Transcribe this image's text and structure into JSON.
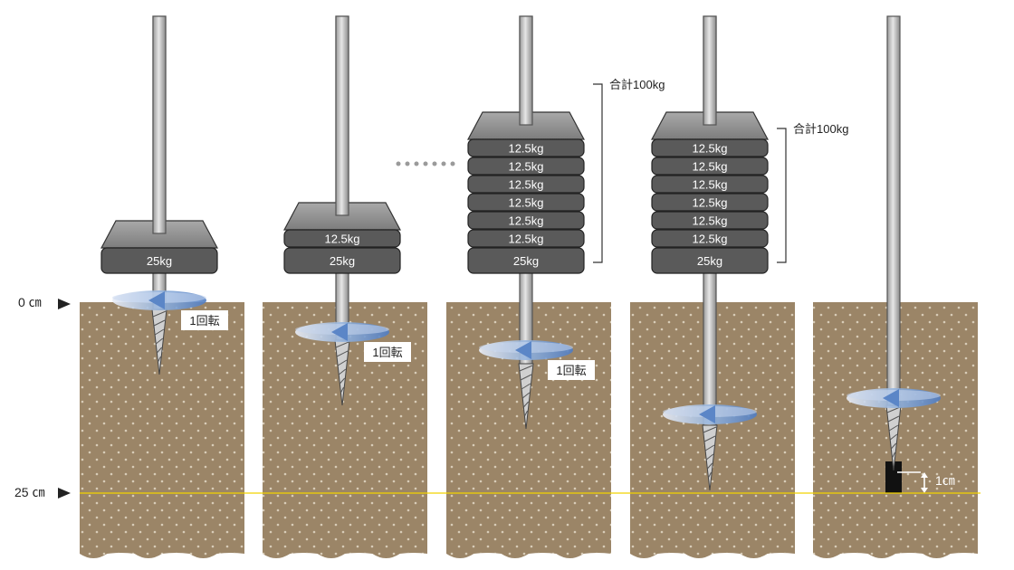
{
  "depth_labels": {
    "zero": "0 ㎝",
    "twenty_five": "25 ㎝"
  },
  "colors": {
    "soil": "#9b8567",
    "soil_dot": "#d8ccb8",
    "rod": "#c8c8c8",
    "rod_edge": "#555555",
    "weight_top": "#8a8a8a",
    "weight_band": "#5a5a5a",
    "depth_line": "#f2d400",
    "rotation": "#5b86c7",
    "hole": "#111111"
  },
  "panels": [
    {
      "weights": [
        "25kg"
      ],
      "total_label": "",
      "rotation_label": "1回転",
      "depth_note": ""
    },
    {
      "weights": [
        "12.5kg",
        "25kg"
      ],
      "total_label": "",
      "rotation_label": "1回転",
      "depth_note": ""
    },
    {
      "weights": [
        "12.5kg",
        "12.5kg",
        "12.5kg",
        "12.5kg",
        "12.5kg",
        "12.5kg",
        "25kg"
      ],
      "total_label": "合計100kg",
      "rotation_label": "1回転",
      "depth_note": ""
    },
    {
      "weights": [
        "12.5kg",
        "12.5kg",
        "12.5kg",
        "12.5kg",
        "12.5kg",
        "12.5kg",
        "25kg"
      ],
      "total_label": "合計100kg",
      "rotation_label": "",
      "depth_note": ""
    },
    {
      "weights": [],
      "total_label": "",
      "rotation_label": "",
      "depth_note": "1㎝"
    }
  ]
}
